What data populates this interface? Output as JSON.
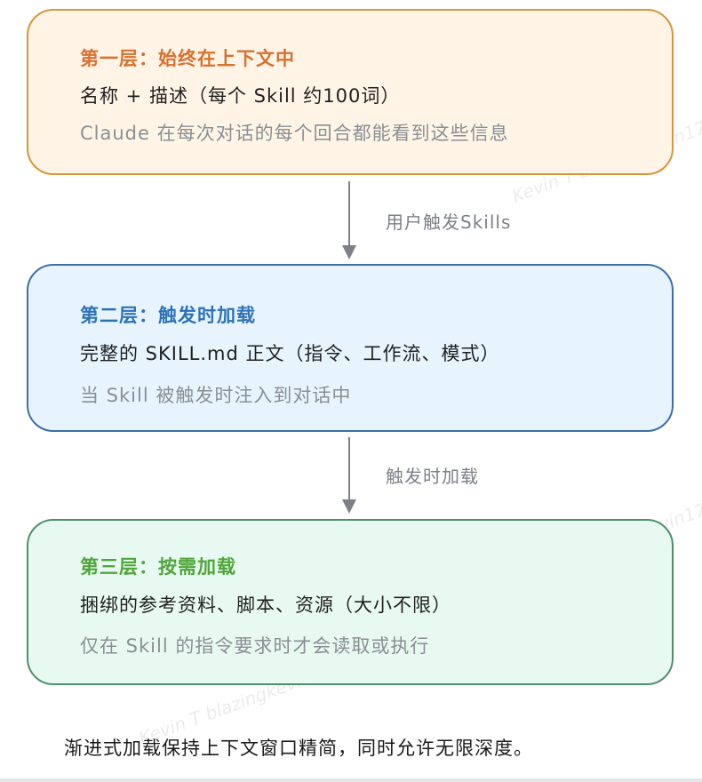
{
  "layers": [
    {
      "title": "第一层：始终在上下文中",
      "content": "名称 + 描述（每个 Skill 约100词）",
      "note": "Claude 在每次对话的每个回合都能看到这些信息",
      "colors": {
        "title": "#d9712f",
        "border": "#d8963a",
        "fill": "#fff4e6"
      }
    },
    {
      "title": "第二层：触发时加载",
      "content": "完整的 SKILL.md 正文（指令、工作流、模式）",
      "note": "当 Skill 被触发时注入到对话中",
      "colors": {
        "title": "#2e72b8",
        "border": "#3e6ea6",
        "fill": "#e7f4fe"
      }
    },
    {
      "title": "第三层：按需加载",
      "content": "捆绑的参考资料、脚本、资源（大小不限）",
      "note": "仅在 Skill 的指令要求时才会读取或执行",
      "colors": {
        "title": "#4fa63a",
        "border": "#4e8f6c",
        "fill": "#e8f9f2"
      }
    }
  ],
  "arrows": [
    {
      "label": "用户触发Skills"
    },
    {
      "label": "触发时加载"
    }
  ],
  "footer": "渐进式加载保持上下文窗口精简，同时允许无限深度。",
  "watermark": "Kevin T blazingkevin17"
}
